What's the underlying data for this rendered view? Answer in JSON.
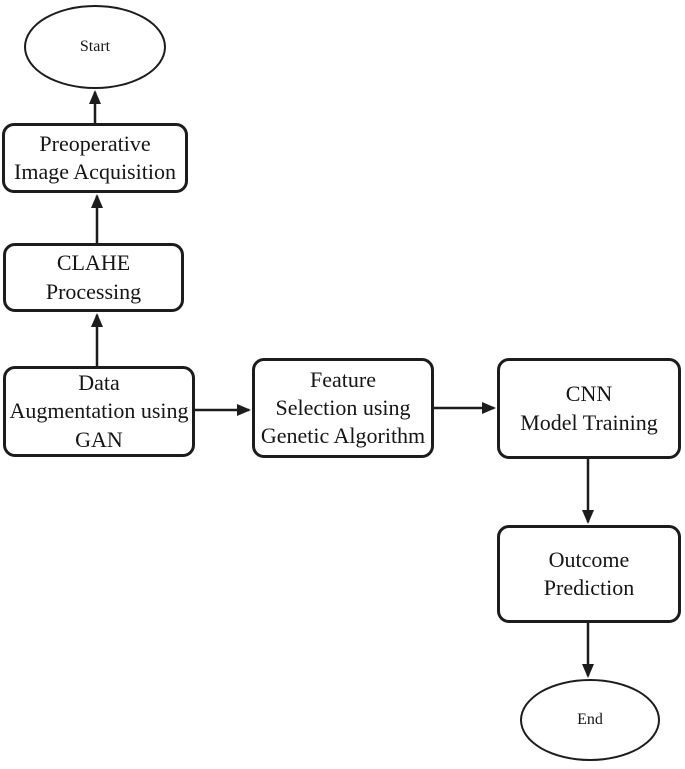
{
  "diagram": {
    "title": "CNN outcome prediction pipeline flowchart",
    "colors": {
      "stroke": "#1c1c1c",
      "background": "#ffffff",
      "text": "#151515"
    },
    "nodes": {
      "start": {
        "type": "ellipse",
        "label": "Start"
      },
      "preop": {
        "type": "process",
        "lines": [
          "Preoperative",
          "Image Acquisition"
        ]
      },
      "clahe": {
        "type": "process",
        "lines": [
          "CLAHE",
          "Processing"
        ]
      },
      "gan": {
        "type": "process",
        "lines": [
          "Data",
          "Augmentation using",
          "GAN"
        ]
      },
      "feature": {
        "type": "process",
        "lines": [
          "Feature",
          "Selection using",
          "Genetic Algorithm"
        ]
      },
      "cnn": {
        "type": "process",
        "lines": [
          "CNN",
          "Model Training"
        ]
      },
      "outcome": {
        "type": "process",
        "lines": [
          "Outcome",
          "Prediction"
        ]
      },
      "end": {
        "type": "ellipse",
        "label": "End"
      }
    },
    "edges": [
      {
        "from": "Preoperative Image Acquisition",
        "to": "Start",
        "direction": "up"
      },
      {
        "from": "CLAHE Processing",
        "to": "Preoperative Image Acquisition",
        "direction": "up"
      },
      {
        "from": "Data Augmentation using GAN",
        "to": "CLAHE Processing",
        "direction": "up"
      },
      {
        "from": "Data Augmentation using GAN",
        "to": "Feature Selection using Genetic Algorithm",
        "direction": "right"
      },
      {
        "from": "Feature Selection using Genetic Algorithm",
        "to": "CNN Model Training",
        "direction": "right"
      },
      {
        "from": "CNN Model Training",
        "to": "Outcome Prediction",
        "direction": "down"
      },
      {
        "from": "Outcome Prediction",
        "to": "End",
        "direction": "down"
      }
    ]
  }
}
